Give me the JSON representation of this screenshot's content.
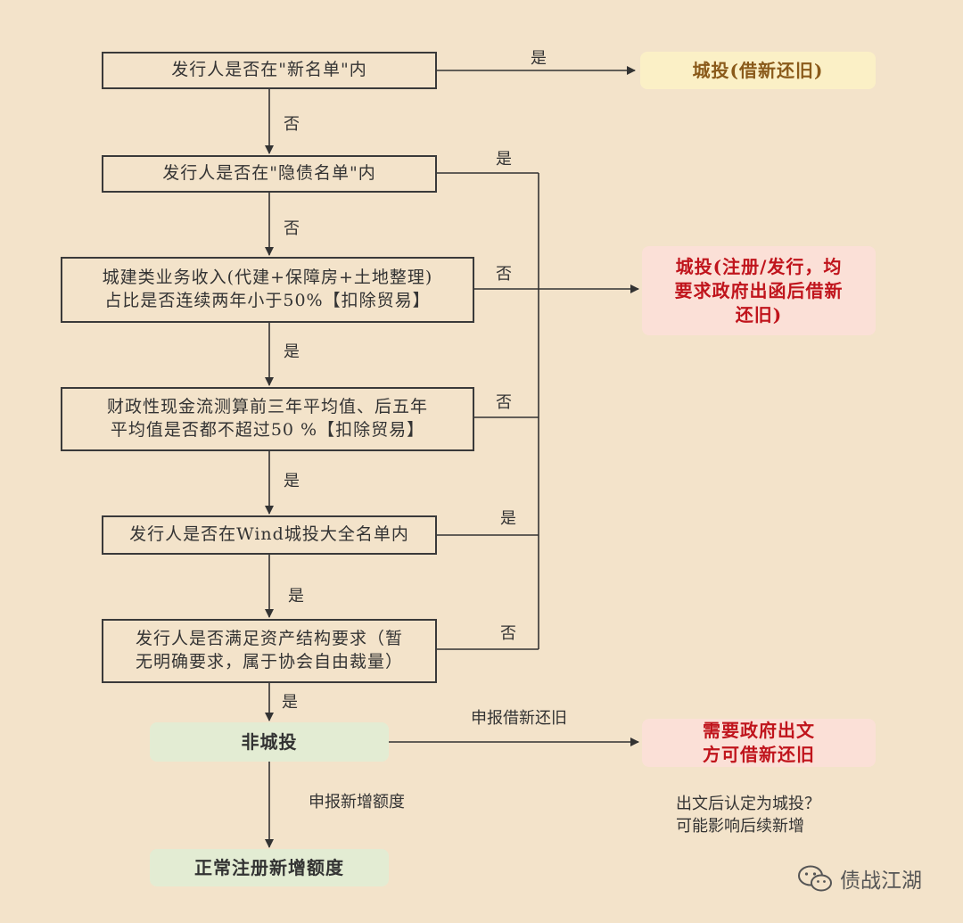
{
  "nodes": {
    "q1": "发行人是否在\"新名单\"内",
    "q2": "发行人是否在\"隐债名单\"内",
    "q3": "城建类业务收入(代建+保障房+土地整理)\n占比是否连续两年小于50%【扣除贸易】",
    "q4": "财政性现金流测算前三年平均值、后五年\n平均值是否都不超过50 %【扣除贸易】",
    "q5": "发行人是否在Wind城投大全名单内",
    "q6": "发行人是否满足资产结构要求（暂\n无明确要求，属于协会自由裁量）",
    "r1": "城投(借新还旧)",
    "r2": "城投(注册/发行，均\n要求政府出函后借新\n还旧)",
    "r3": "需要政府出文\n方可借新还旧",
    "non_ct": "非城投",
    "normal": "正常注册新增额度"
  },
  "labels": {
    "q1_yes": "是",
    "q1_no": "否",
    "q2_yes": "是",
    "q2_no": "否",
    "q3_no": "否",
    "q3_yes": "是",
    "q4_no": "否",
    "q4_yes": "是",
    "q5_yes": "是",
    "q5_no": "是",
    "q6_no": "否",
    "q6_yes": "是",
    "report_rollover": "申报借新还旧",
    "report_new": "申报新增额度"
  },
  "note": "出文后认定为城投？\n可能影响后续新增",
  "watermark": "债战江湖"
}
